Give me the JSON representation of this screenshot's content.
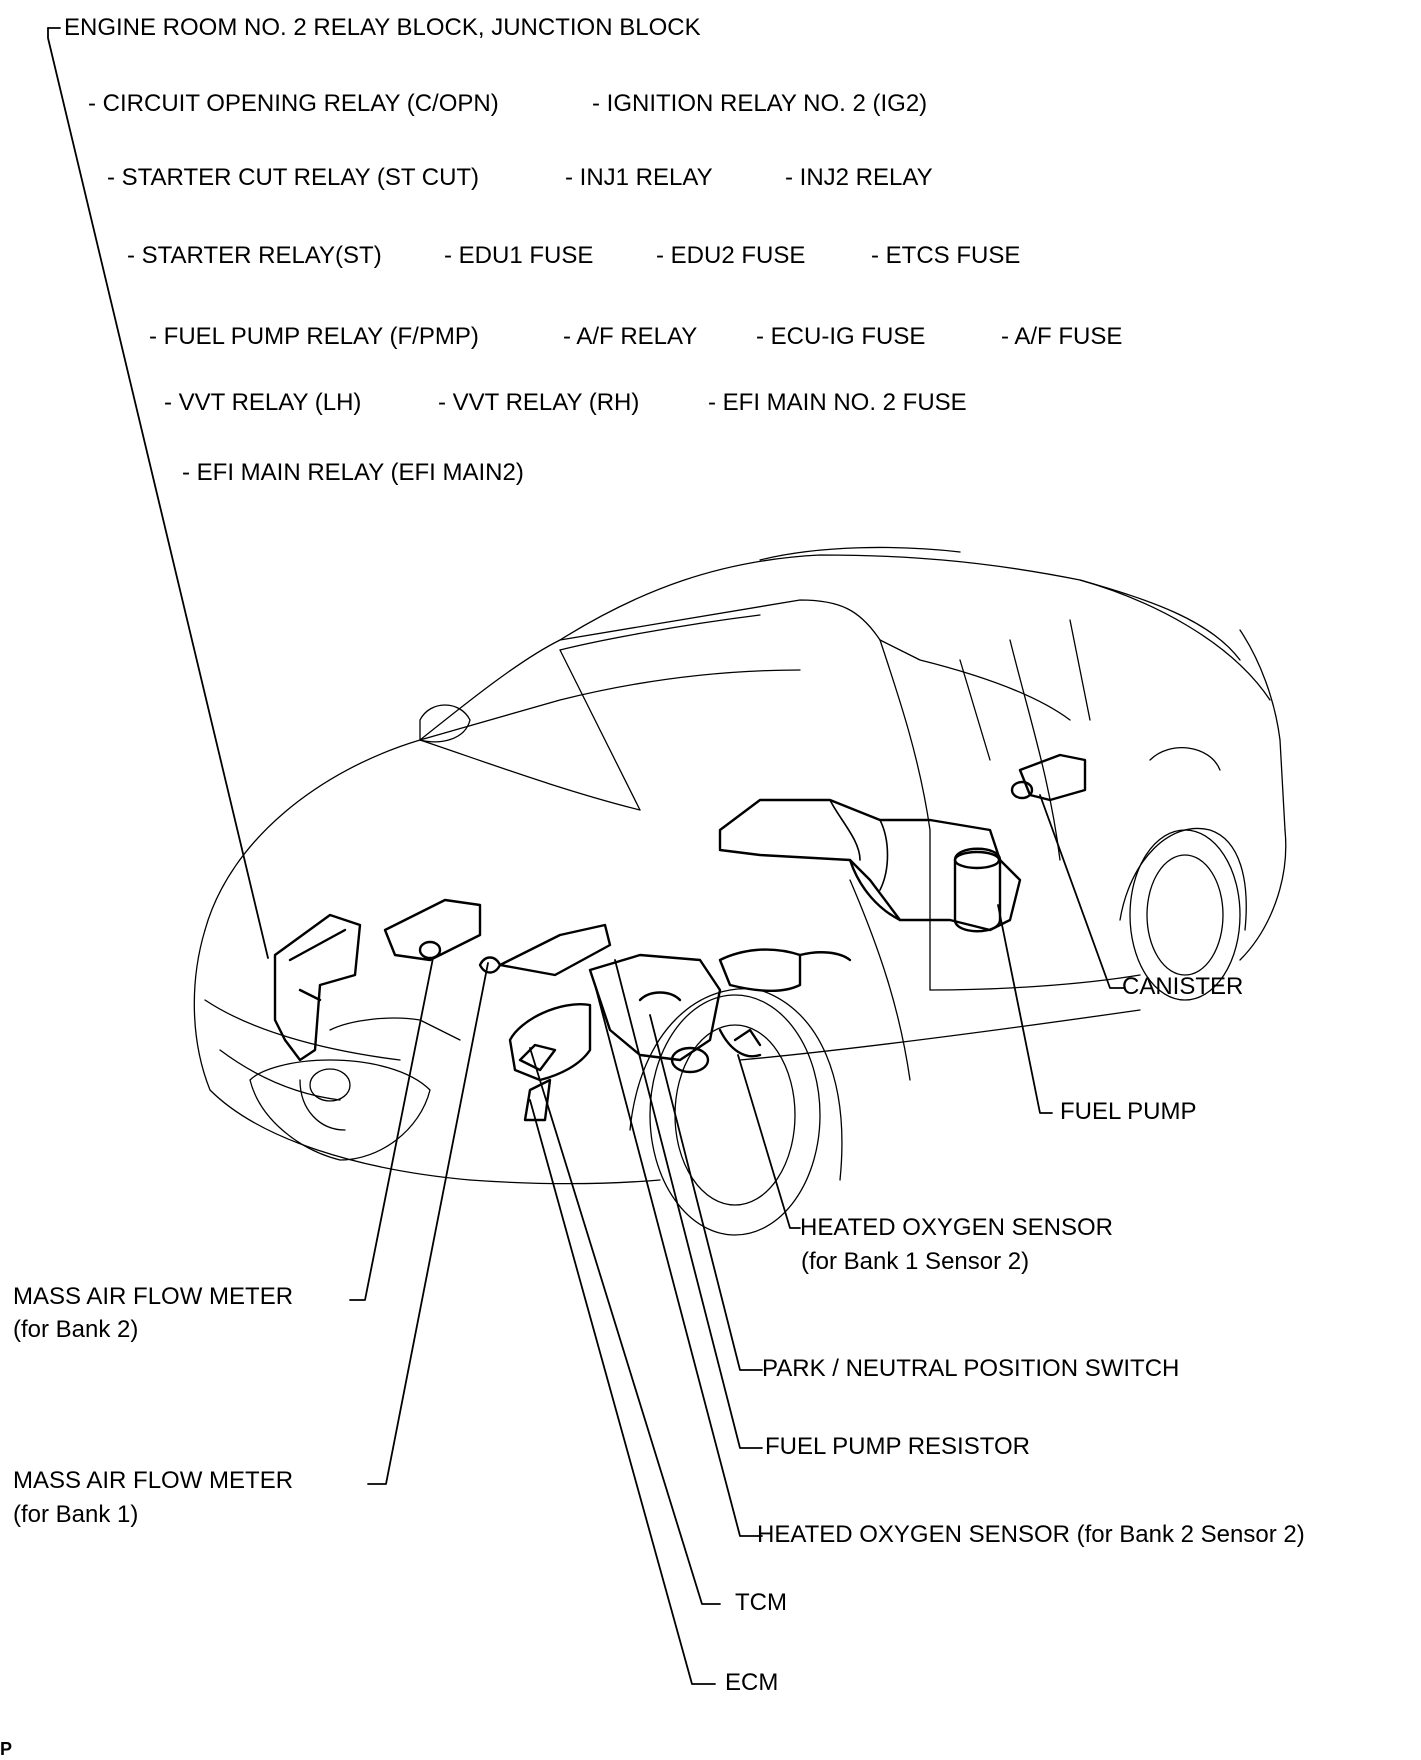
{
  "relay_block": {
    "title": "ENGINE ROOM NO. 2 RELAY BLOCK, JUNCTION BLOCK",
    "rows": [
      [
        "- CIRCUIT OPENING RELAY (C/OPN)",
        "- IGNITION RELAY NO. 2 (IG2)"
      ],
      [
        "- STARTER CUT RELAY (ST CUT)",
        "- INJ1 RELAY",
        "- INJ2 RELAY"
      ],
      [
        "- STARTER RELAY(ST)",
        "- EDU1 FUSE",
        "- EDU2 FUSE",
        "- ETCS FUSE"
      ],
      [
        "- FUEL PUMP RELAY (F/PMP)",
        "- A/F RELAY",
        "- ECU-IG FUSE",
        "- A/F FUSE"
      ],
      [
        "- VVT RELAY (LH)",
        "- VVT RELAY (RH)",
        "- EFI MAIN NO. 2 FUSE"
      ],
      [
        "- EFI MAIN RELAY (EFI MAIN2)"
      ]
    ]
  },
  "components": {
    "canister": "CANISTER",
    "fuel_pump": "FUEL PUMP",
    "ho2_b1s2": {
      "line1": "HEATED OXYGEN SENSOR",
      "line2": "(for Bank 1 Sensor 2)"
    },
    "maf_bank2": {
      "line1": "MASS AIR FLOW METER",
      "line2": "(for Bank 2)"
    },
    "park_neutral_switch": "PARK / NEUTRAL POSITION SWITCH",
    "fuel_pump_resistor": "FUEL PUMP RESISTOR",
    "maf_bank1": {
      "line1": "MASS AIR FLOW METER",
      "line2": "(for Bank 1)"
    },
    "ho2_b2s2": "HEATED OXYGEN SENSOR (for Bank 2 Sensor 2)",
    "tcm": "TCM",
    "ecm": "ECM"
  },
  "figure_code": "P"
}
